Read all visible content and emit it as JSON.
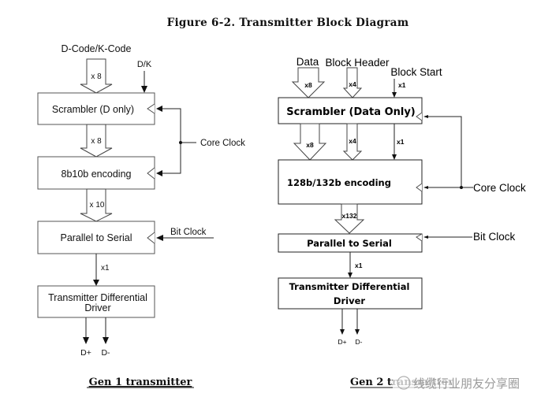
{
  "figure": {
    "title": "Figure 6-2.  Transmitter Block Diagram"
  },
  "gen1": {
    "caption": "Gen 1 transmitter",
    "input_label": "D-Code/K-Code",
    "dk_label": "D/K",
    "blocks": {
      "scrambler": "Scrambler (D only)",
      "encoder": "8b10b encoding",
      "serializer": "Parallel to Serial",
      "driver_line1": "Transmitter Differential",
      "driver_line2": "Driver"
    },
    "bus_widths": {
      "input": "x 8",
      "scrambler_out": "x 8",
      "encoder_out": "x 10",
      "serial_out": "x1"
    },
    "clocks": {
      "core": "Core Clock",
      "bit": "Bit Clock"
    },
    "outputs": [
      "D+",
      "D-"
    ]
  },
  "gen2": {
    "caption": "Gen 2 transmitter",
    "inputs": {
      "data": "Data",
      "block_header": "Block Header",
      "block_start": "Block Start"
    },
    "blocks": {
      "scrambler": "Scrambler (Data Only)",
      "encoder": "128b/132b encoding",
      "serializer": "Parallel to Serial",
      "driver_line1": "Transmitter Differential",
      "driver_line2": "Driver"
    },
    "bus_widths": {
      "data_in": "x8",
      "header_in": "x4",
      "start_in": "x1",
      "data_out": "x8",
      "header_out": "x4",
      "start_out": "x1",
      "encoder_out": "x132",
      "serial_out": "x1"
    },
    "clocks": {
      "core": "Core Clock",
      "bit": "Bit Clock"
    },
    "outputs": [
      "D+",
      "D-"
    ]
  },
  "watermark": {
    "text": "线缆行业朋友分享圈"
  }
}
